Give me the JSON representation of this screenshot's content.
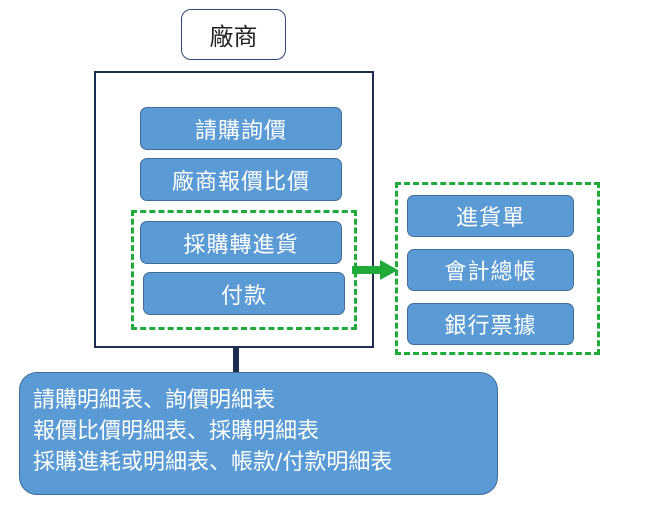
{
  "vendor": {
    "label": "廠商"
  },
  "process": {
    "steps": [
      "請購詢價",
      "廠商報價比價",
      "採購轉進貨",
      "付款"
    ]
  },
  "outputs": {
    "items": [
      "進貨單",
      "會計總帳",
      "銀行票據"
    ]
  },
  "reports": {
    "lines": [
      "請購明細表、詢價明細表",
      "報價比價明細表、採購明細表",
      "採購進耗或明細表、帳款/付款明細表"
    ]
  },
  "colors": {
    "box_fill": "#5b9bd5",
    "frame": "#1f2d52",
    "dashed": "#1faa3a"
  }
}
